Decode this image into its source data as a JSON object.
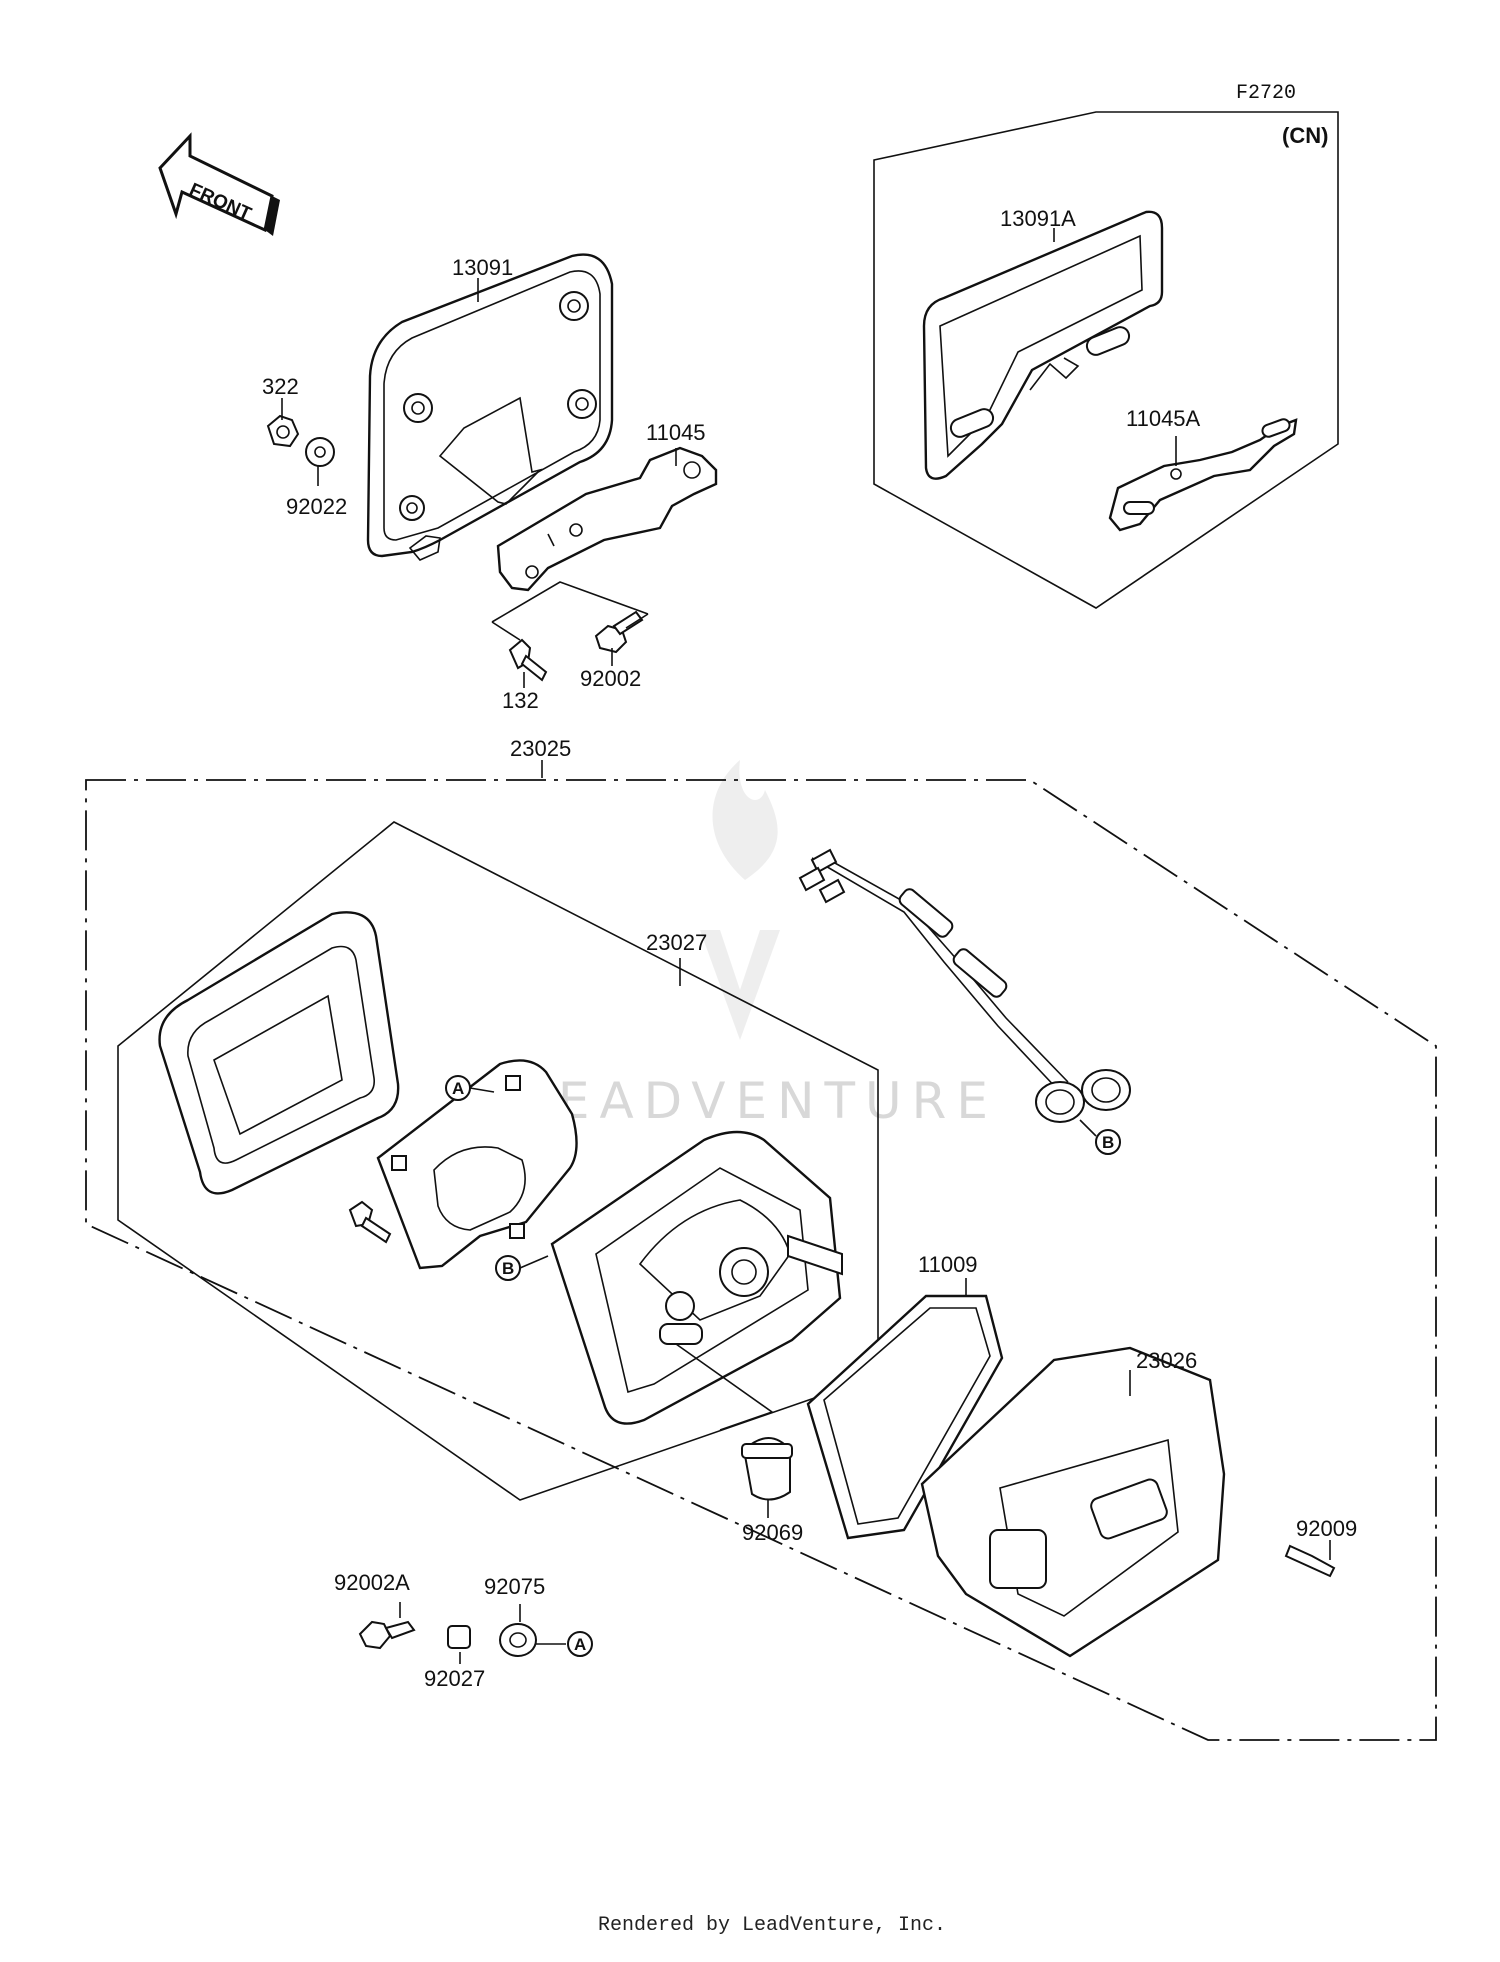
{
  "figure_code": "F2720",
  "variant_tag": "(CN)",
  "front_label": "FRONT",
  "watermark": "LEADVENTURE",
  "footer": "Rendered by LeadVenture, Inc.",
  "parts": {
    "p13091": "13091",
    "p322": "322",
    "p92022": "92022",
    "p11045": "11045",
    "p132": "132",
    "p92002": "92002",
    "p13091A": "13091A",
    "p11045A": "11045A",
    "p23025": "23025",
    "p23027": "23027",
    "p11009": "11009",
    "p23026": "23026",
    "p92069": "92069",
    "p92009": "92009",
    "p92002A": "92002A",
    "p92075": "92075",
    "p92027": "92027"
  },
  "refs": {
    "a": "A",
    "b": "B"
  },
  "icons": [
    "front-arrow-icon",
    "logo-watermark-icon"
  ]
}
